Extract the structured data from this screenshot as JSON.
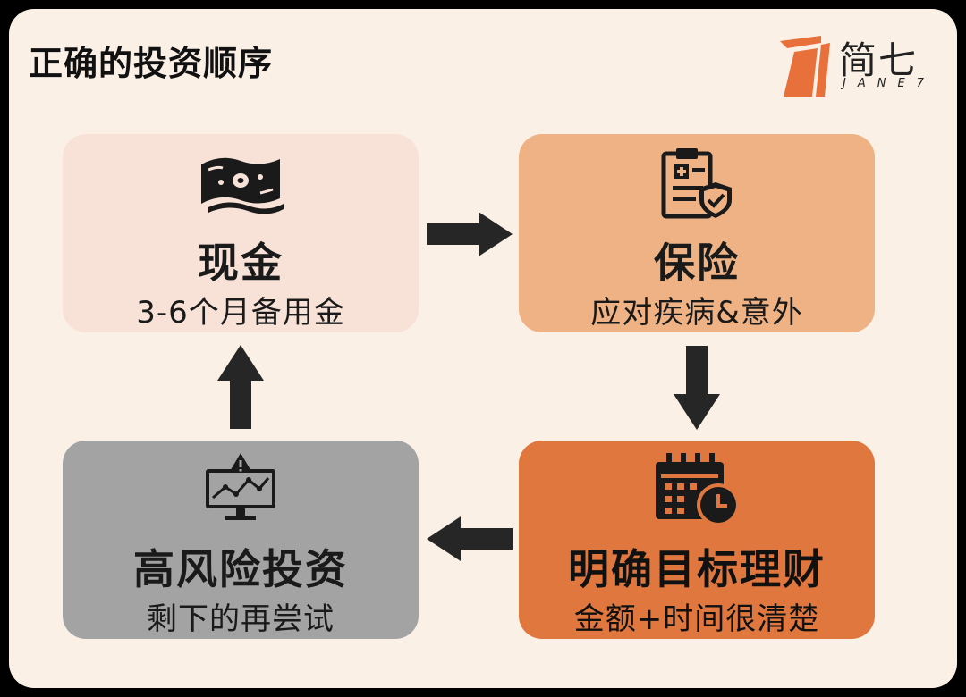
{
  "title": "正确的投资顺序",
  "logo": {
    "cn": "简七",
    "en": "JANE7"
  },
  "colors": {
    "background": "#faf0e6",
    "cash": "#f8e2d7",
    "insurance": "#efb284",
    "goal": "#e0773f",
    "risk": "#a3a3a3",
    "arrow": "#262626",
    "logo_accent": "#e8703a"
  },
  "boxes": {
    "cash": {
      "title": "现金",
      "subtitle": "3-6个月备用金",
      "icon": "money-icon"
    },
    "insurance": {
      "title": "保险",
      "subtitle": "应对疾病&意外",
      "icon": "insurance-clipboard-icon"
    },
    "goal": {
      "title": "明确目标理财",
      "subtitle": "金额+时间很清楚",
      "icon": "calendar-clock-icon"
    },
    "risk": {
      "title": "高风险投资",
      "subtitle": "剩下的再尝试",
      "icon": "risk-chart-monitor-icon"
    }
  },
  "flow": [
    "cash",
    "insurance",
    "goal",
    "risk",
    "cash"
  ]
}
